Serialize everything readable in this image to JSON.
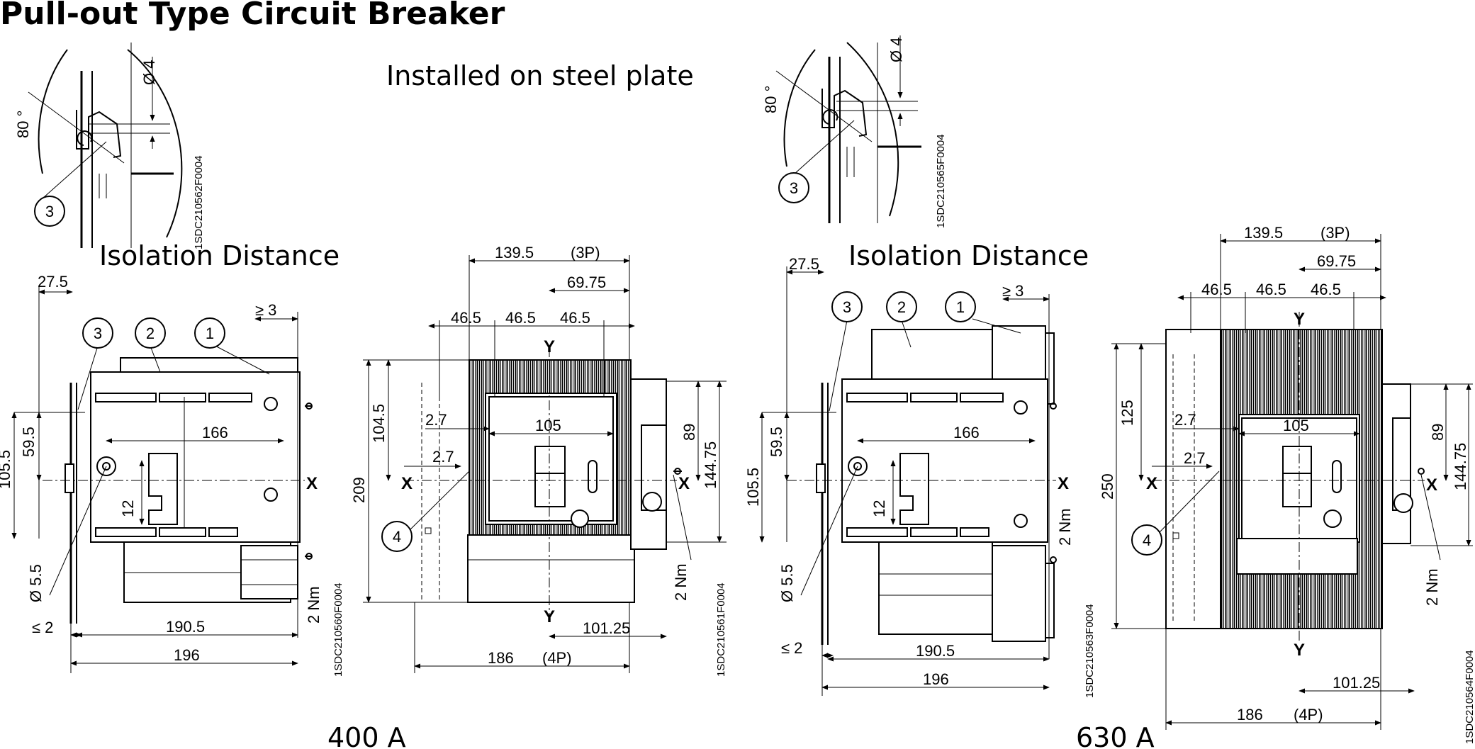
{
  "title": "Pull-out Type Circuit Breaker",
  "installed_label": "Installed on steel plate",
  "isolation_label": "Isolation Distance",
  "ratings": {
    "left": "400 A",
    "right": "630 A"
  },
  "codes": [
    "1SDC210562F0004",
    "1SDC210565F0004",
    "1SDC210560F0004",
    "1SDC210561F0004",
    "1SDC210563F0004",
    "1SDC210564F0004"
  ],
  "callouts": [
    "1",
    "2",
    "3",
    "4"
  ],
  "axes": {
    "x": "X",
    "y": "Y"
  },
  "detail_dims": {
    "angle": "80 °",
    "hole": "Ø 4"
  },
  "side_dims": {
    "d27_5": "27.5",
    "ge3": "≥ 3",
    "d166": "166",
    "d59_5": "59.5",
    "d105_5": "105.5",
    "d12": "12",
    "d5_5": "Ø 5.5",
    "le2": "≤ 2",
    "d190_5": "190.5",
    "d196": "196",
    "nm": "2 Nm"
  },
  "front_dims": {
    "d139_5": "139.5",
    "p3": "(3P)",
    "d69_75": "69.75",
    "d46_5": "46.5",
    "d104_5": "104.5",
    "d125": "125",
    "d209": "209",
    "d250": "250",
    "d2_7": "2.7",
    "d105": "105",
    "d89": "89",
    "d144_75": "144.75",
    "d101_25": "101.25",
    "d186": "186",
    "p4": "(4P)",
    "nm": "2 Nm"
  }
}
